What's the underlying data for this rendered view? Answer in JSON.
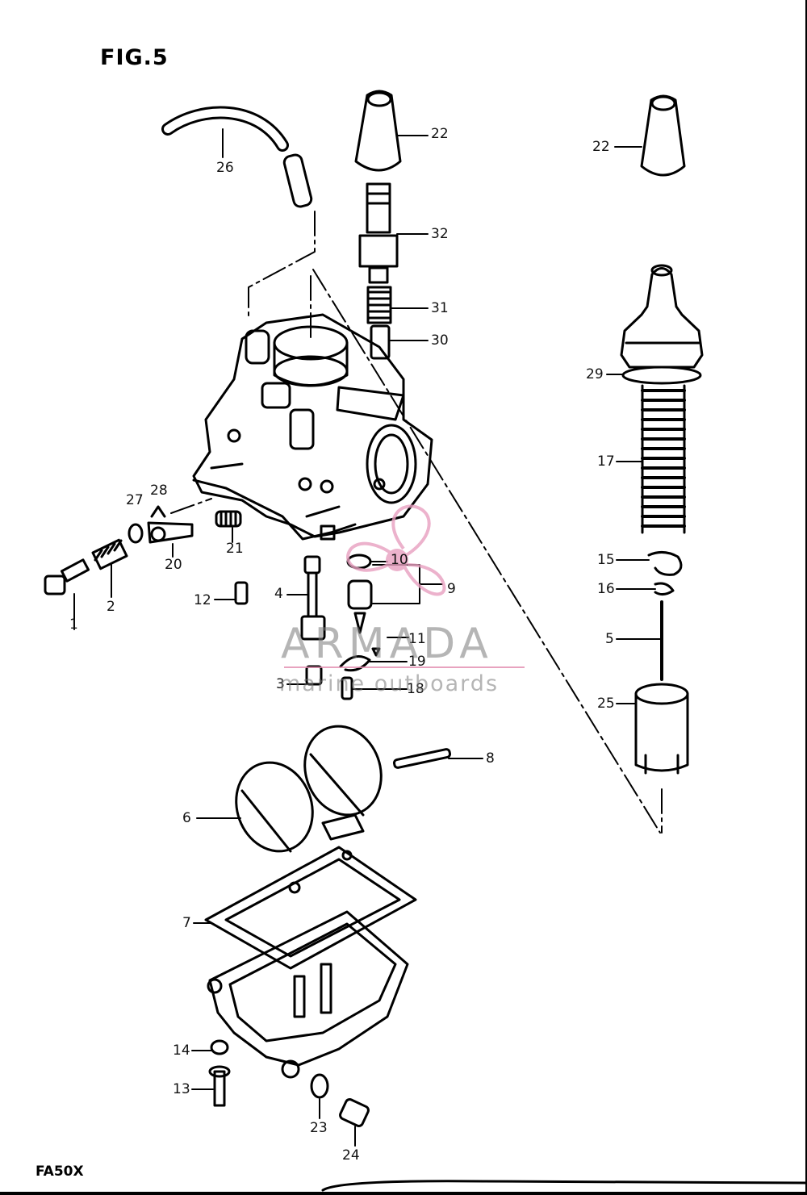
{
  "figure": {
    "title": "FIG.5",
    "model": "FA50X"
  },
  "watermark": {
    "brand": "ARMADA",
    "tagline": "marine outboards",
    "accent_color": "#e8a0c0"
  },
  "callouts": {
    "c1": "1",
    "c2": "2",
    "c3": "3",
    "c4": "4",
    "c5": "5",
    "c6": "6",
    "c7": "7",
    "c8": "8",
    "c9": "9",
    "c10": "10",
    "c11": "11",
    "c12": "12",
    "c13": "13",
    "c14": "14",
    "c15": "15",
    "c16": "16",
    "c17": "17",
    "c18": "18",
    "c19": "19",
    "c20": "20",
    "c21": "21",
    "c22a": "22",
    "c22b": "22",
    "c23": "23",
    "c24": "24",
    "c25": "25",
    "c26": "26",
    "c27": "27",
    "c28": "28",
    "c29": "29",
    "c30": "30",
    "c31": "31",
    "c32": "32"
  }
}
